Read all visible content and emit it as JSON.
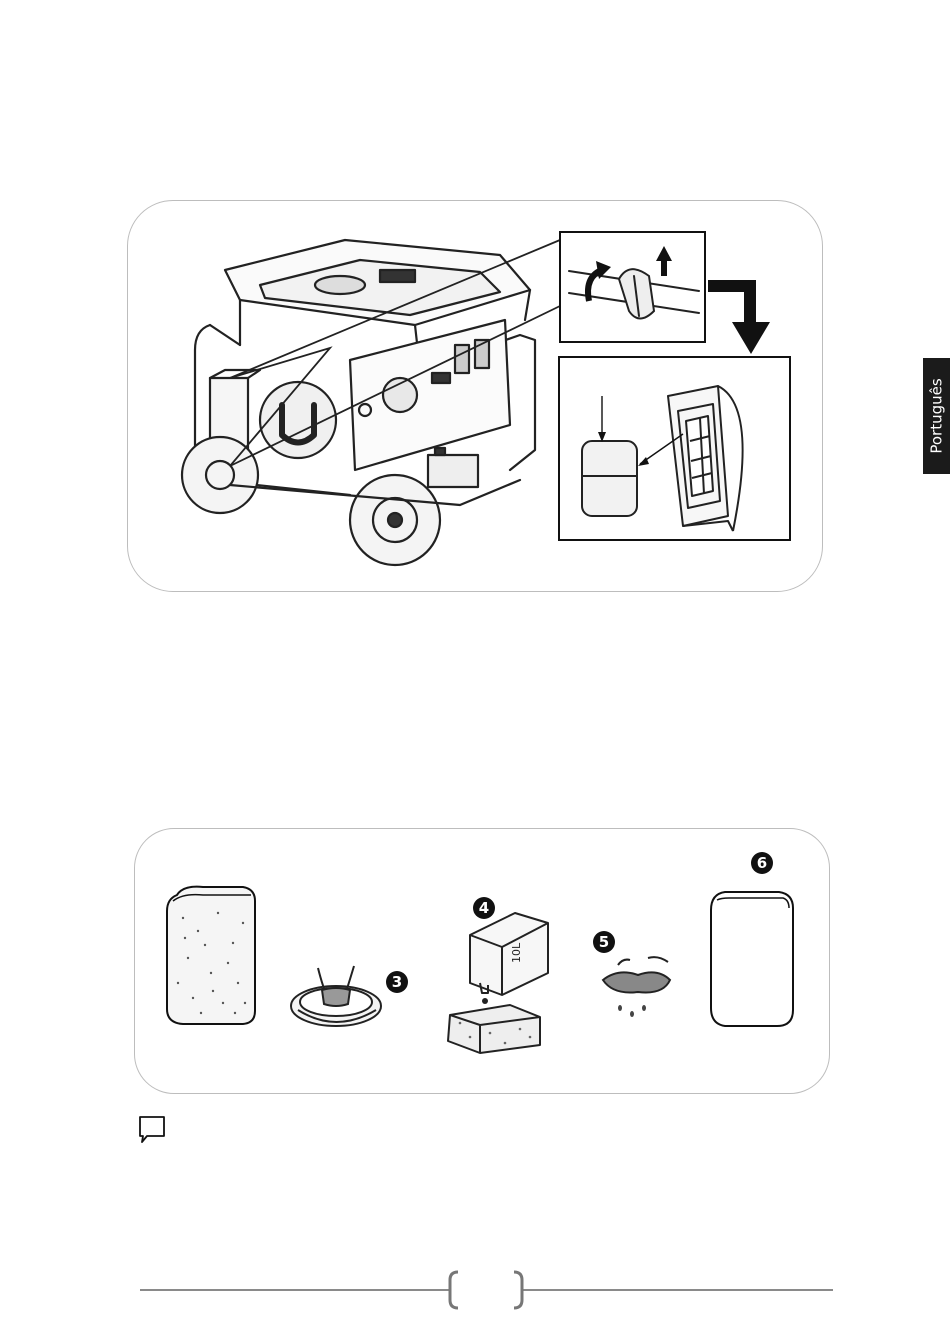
{
  "sidebar_tab": {
    "label": "Português"
  },
  "figure_top": {
    "description_icons": [
      "generator-icon",
      "clip-release-icon",
      "air-filter-housing-icon"
    ]
  },
  "figure_bottom": {
    "steps": [
      {
        "badge": "",
        "icon": "foam-filter-icon"
      },
      {
        "badge": "3",
        "icon": "washing-basin-icon"
      },
      {
        "badge": "4",
        "icon": "oil-can-sponge-icon"
      },
      {
        "badge": "5",
        "icon": "squeeze-hands-icon"
      },
      {
        "badge": "6",
        "icon": "filter-cover-icon"
      }
    ],
    "oil_can_label": "10L"
  },
  "note": {
    "icon": "note-icon"
  }
}
